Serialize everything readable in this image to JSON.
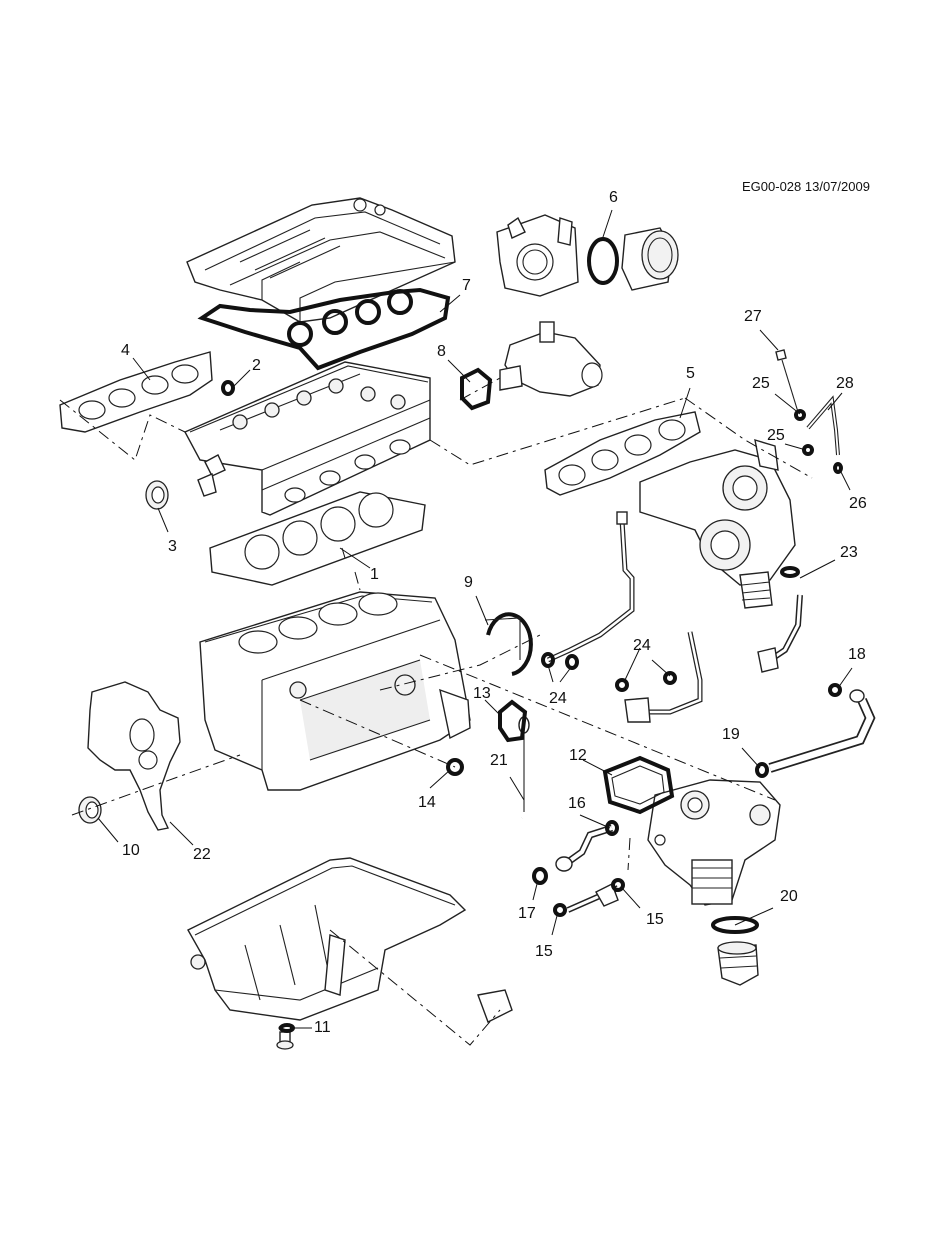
{
  "header": {
    "diagram_code": "EG00-028 13/07/2009"
  },
  "callouts": [
    {
      "id": "1",
      "label": "1"
    },
    {
      "id": "2",
      "label": "2"
    },
    {
      "id": "3",
      "label": "3"
    },
    {
      "id": "4",
      "label": "4"
    },
    {
      "id": "5",
      "label": "5"
    },
    {
      "id": "6",
      "label": "6"
    },
    {
      "id": "7",
      "label": "7"
    },
    {
      "id": "8",
      "label": "8"
    },
    {
      "id": "9",
      "label": "9"
    },
    {
      "id": "10",
      "label": "10"
    },
    {
      "id": "11",
      "label": "11"
    },
    {
      "id": "12",
      "label": "12"
    },
    {
      "id": "13",
      "label": "13"
    },
    {
      "id": "14",
      "label": "14"
    },
    {
      "id": "15a",
      "label": "15"
    },
    {
      "id": "15b",
      "label": "15"
    },
    {
      "id": "16",
      "label": "16"
    },
    {
      "id": "17",
      "label": "17"
    },
    {
      "id": "18",
      "label": "18"
    },
    {
      "id": "19",
      "label": "19"
    },
    {
      "id": "20",
      "label": "20"
    },
    {
      "id": "21",
      "label": "21"
    },
    {
      "id": "22",
      "label": "22"
    },
    {
      "id": "23",
      "label": "23"
    },
    {
      "id": "24a",
      "label": "24"
    },
    {
      "id": "24b",
      "label": "24"
    },
    {
      "id": "25a",
      "label": "25"
    },
    {
      "id": "25b",
      "label": "25"
    },
    {
      "id": "26",
      "label": "26"
    },
    {
      "id": "27",
      "label": "27"
    },
    {
      "id": "28",
      "label": "28"
    }
  ]
}
